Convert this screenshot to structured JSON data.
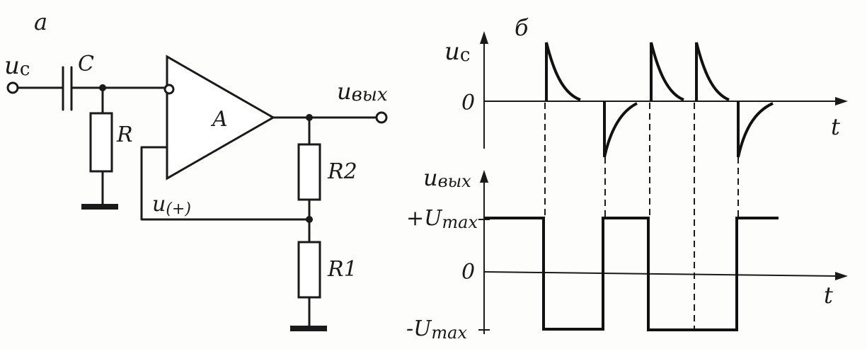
{
  "panels": {
    "a": "а",
    "b": "б"
  },
  "circuit": {
    "input_label": "u",
    "input_sub": "c",
    "capacitor_label": "C",
    "resistor_label": "R",
    "amplifier_label": "A",
    "output_label": "u",
    "output_sub": "вых",
    "feedback_label": "u",
    "feedback_sub": "(+)",
    "r2_label": "R2",
    "r1_label": "R1"
  },
  "graphs": {
    "top": {
      "y_label": "u",
      "y_sub": "c",
      "zero_label": "0",
      "x_label": "t"
    },
    "bottom": {
      "y_label": "u",
      "y_sub": "вых",
      "plus_label": "+U",
      "plus_sub": "max",
      "zero_label": "0",
      "minus_label": "-U",
      "minus_sub": "max",
      "x_label": "t"
    }
  }
}
